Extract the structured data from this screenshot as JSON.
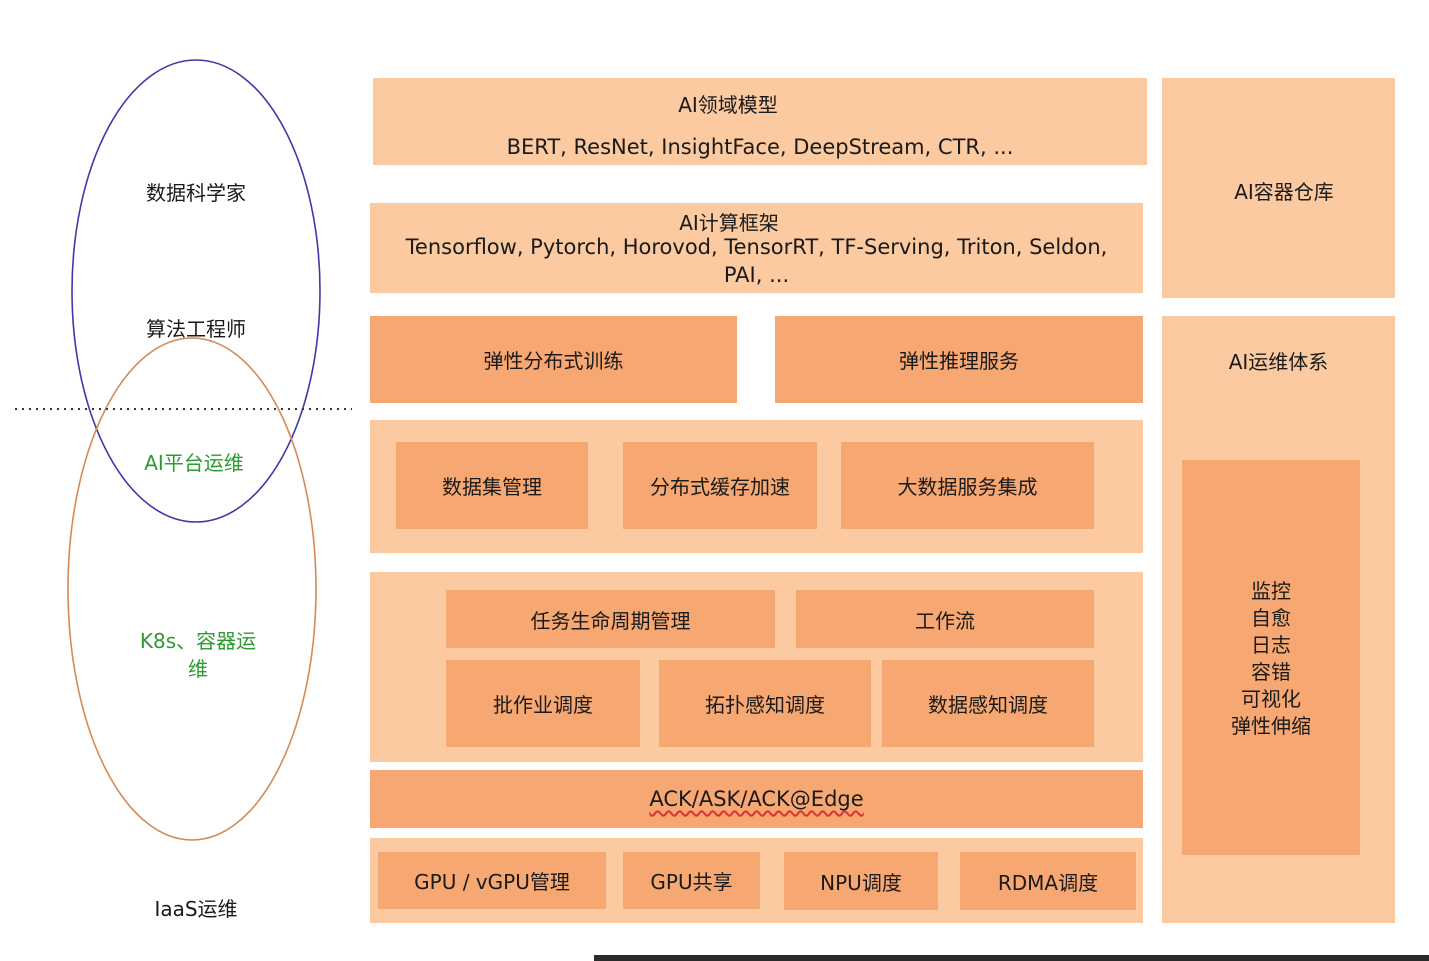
{
  "roles": {
    "data_scientist": "数据科学家",
    "algorithm_engineer": "算法工程师",
    "ai_platform_ops": "AI平台运维",
    "k8s_container_ops": "K8s、容器运维",
    "iaas_ops": "IaaS运维"
  },
  "layers": {
    "ai_domain_models": {
      "title": "AI领域模型",
      "items": "BERT, ResNet, InsightFace, DeepStream, CTR, ..."
    },
    "ai_frameworks": {
      "title": "AI计算框架",
      "items": "Tensorflow, Pytorch, Horovod, TensorRT, TF-Serving, Triton, Seldon,",
      "items_cont": "PAI, ..."
    },
    "elastic_training": "弹性分布式训练",
    "elastic_inference": "弹性推理服务",
    "data_layer": [
      "数据集管理",
      "分布式缓存加速",
      "大数据服务集成"
    ],
    "scheduling": {
      "lifecycle": "任务生命周期管理",
      "workflow": "工作流",
      "batch": "批作业调度",
      "topology": "拓扑感知调度",
      "data_aware": "数据感知调度"
    },
    "ack": "ACK/ASK/ACK@Edge",
    "hardware": [
      "GPU / vGPU管理",
      "GPU共享",
      "NPU调度",
      "RDMA调度"
    ]
  },
  "side": {
    "container_registry": "AI容器仓库",
    "ops_system": "AI运维体系",
    "ops_items": [
      "监控",
      "自愈",
      "日志",
      "容错",
      "可视化",
      "弹性伸缩"
    ]
  },
  "colors": {
    "light_block": "#fbcaa0",
    "dark_block": "#f7a872",
    "blue_ellipse": "#3d3aa8",
    "orange_ellipse": "#d68a55",
    "green_text": "#2e9a33"
  }
}
